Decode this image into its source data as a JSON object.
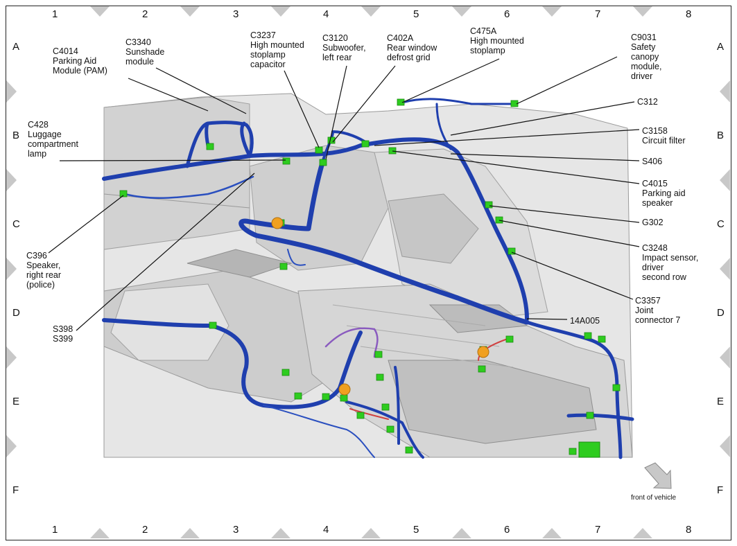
{
  "grid": {
    "columns": [
      "1",
      "2",
      "3",
      "4",
      "5",
      "6",
      "7",
      "8"
    ],
    "rows": [
      "A",
      "B",
      "C",
      "D",
      "E",
      "F"
    ]
  },
  "callouts": [
    {
      "id": "c4014",
      "text": "C4014\nParking Aid\nModule (PAM)"
    },
    {
      "id": "c3340",
      "text": "C3340\nSunshade\nmodule"
    },
    {
      "id": "c3237",
      "text": "C3237\nHigh mounted\nstoplamp\ncapacitor"
    },
    {
      "id": "c3120",
      "text": "C3120\nSubwoofer,\nleft rear"
    },
    {
      "id": "c402a",
      "text": "C402A\nRear window\ndefrost grid"
    },
    {
      "id": "c475a",
      "text": "C475A\nHigh mounted\nstoplamp"
    },
    {
      "id": "c9031",
      "text": "C9031\nSafety\ncanopy\nmodule,\ndriver"
    },
    {
      "id": "c312",
      "text": "C312"
    },
    {
      "id": "c3158",
      "text": "C3158\nCircuit filter"
    },
    {
      "id": "s406",
      "text": "S406"
    },
    {
      "id": "c4015",
      "text": "C4015\nParking aid\nspeaker"
    },
    {
      "id": "g302",
      "text": "G302"
    },
    {
      "id": "c3248",
      "text": "C3248\nImpact sensor,\ndriver\nsecond row"
    },
    {
      "id": "c3357",
      "text": "C3357\nJoint\nconnector 7"
    },
    {
      "id": "14a005",
      "text": "14A005"
    },
    {
      "id": "c428",
      "text": "C428\nLuggage\ncompartment\nlamp"
    },
    {
      "id": "c396",
      "text": "C396\nSpeaker,\nright rear\n(police)"
    },
    {
      "id": "s398",
      "text": "S398\nS399"
    }
  ],
  "front_of_vehicle": "front of vehicle",
  "colors": {
    "harness": "#1f3fae",
    "harness_dark": "#0d2a7a",
    "connector": "#2ecc1f",
    "body": "#d9d9d9",
    "body_dark": "#a8a8a8",
    "accent_orange": "#f0a020",
    "wire_red": "#d04040",
    "wire_purple": "#8a5bbf",
    "triangle": "#c8c8c8"
  }
}
